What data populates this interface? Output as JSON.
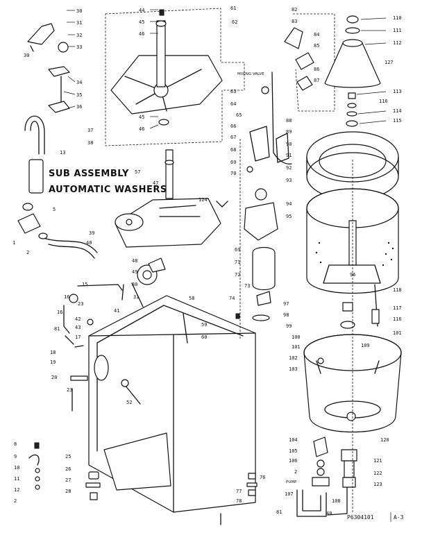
{
  "diagram": {
    "title_line_1": "SUB ASSEMBLY",
    "title_line_2": "AUTOMATIC WASHERS",
    "note_upper": "MIXING VALVE",
    "note_pump": "PUMP",
    "part_id": "P6304101",
    "page": "A-3"
  },
  "callouts": {
    "c1": "1",
    "c2a": "2",
    "c2b": "2",
    "c2c": "2",
    "c5": "5",
    "c8": "8",
    "c9": "9",
    "c10": "10",
    "c11": "11",
    "c12": "12",
    "c13": "13",
    "c15": "15",
    "c16": "16",
    "c17": "17",
    "c18": "18",
    "c19": "19",
    "c20": "20",
    "c23": "23",
    "c25": "25",
    "c26": "26",
    "c27": "27",
    "c28": "28",
    "c30a": "30",
    "c30b": "30",
    "c31a": "31",
    "c31b": "31",
    "c32": "32",
    "c33": "33",
    "c34": "34",
    "c35": "35",
    "c36": "36",
    "c37": "37",
    "c38": "38",
    "c39": "39",
    "c40a": "40",
    "c40b": "40",
    "c41": "41",
    "c42": "42",
    "c43": "43",
    "c44": "44",
    "c45a": "45",
    "c45b": "45",
    "c46a": "46",
    "c46b": "46",
    "c47": "47",
    "c48": "48",
    "c49": "49",
    "c52": "52",
    "c57": "57",
    "c58": "58",
    "c59": "59",
    "c60": "60",
    "c61": "61",
    "c62": "62",
    "c63": "63",
    "c64": "64",
    "c65": "65",
    "c66": "66",
    "c67": "67",
    "c68": "68",
    "c69": "69",
    "c70": "70",
    "c71": "71",
    "c72": "72",
    "c73": "73",
    "c74": "74",
    "c76": "76",
    "c77": "77",
    "c78": "78",
    "c81a": "81",
    "c81b": "81",
    "c82": "82",
    "c83": "83",
    "c84": "84",
    "c85": "85",
    "c86": "86",
    "c87": "87",
    "c88": "88",
    "c89": "89",
    "c90": "90",
    "c91": "91",
    "c92": "92",
    "c93": "93",
    "c94": "94",
    "c95": "95",
    "c96": "96",
    "c97": "97",
    "c98": "98",
    "c99": "99",
    "c100": "100",
    "c101": "101",
    "c102": "102",
    "c103": "103",
    "c104": "104",
    "c105": "105",
    "c106": "106",
    "c107": "107",
    "c108": "108",
    "c109": "109",
    "c110": "110",
    "c111": "111",
    "c112": "112",
    "c113": "113",
    "c114": "114",
    "c115": "115",
    "c116": "116",
    "c117": "117",
    "c118": "118",
    "c120": "120",
    "c121": "121",
    "c122": "122",
    "c123": "123",
    "c124": "124",
    "c127": "127"
  }
}
